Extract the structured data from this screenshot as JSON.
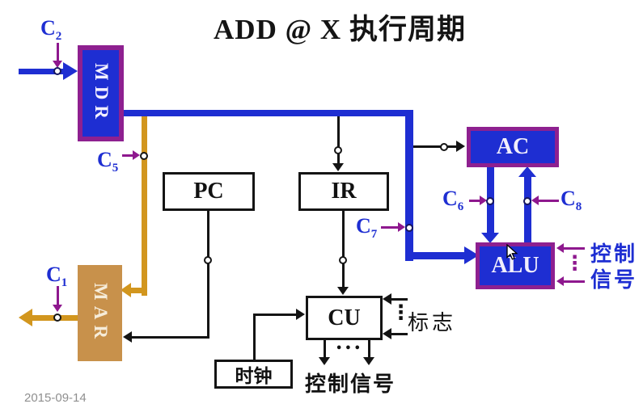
{
  "title": "ADD @ X  执行周期",
  "blocks": {
    "mdr": {
      "label": "MDR"
    },
    "mar": {
      "label": "MAR"
    },
    "pc": {
      "label": "PC"
    },
    "ir": {
      "label": "IR"
    },
    "ac": {
      "label": "AC"
    },
    "alu": {
      "label": "ALU"
    },
    "cu": {
      "label": "CU"
    },
    "clock": {
      "label": "时钟"
    }
  },
  "control_points": {
    "c1": {
      "base": "C",
      "sub": "1"
    },
    "c2": {
      "base": "C",
      "sub": "2"
    },
    "c5": {
      "base": "C",
      "sub": "5"
    },
    "c6": {
      "base": "C",
      "sub": "6"
    },
    "c7": {
      "base": "C",
      "sub": "7"
    },
    "c8": {
      "base": "C",
      "sub": "8"
    }
  },
  "annotations": {
    "flags": "标志",
    "flags_dots": "⋮",
    "cu_output": "控制信号",
    "cu_output_dots": "•••",
    "alu_control_line1": "控制",
    "alu_control_line2": "信号",
    "alu_control_dots": "⋮",
    "footer_date": "2015-09-14"
  },
  "colors": {
    "bus_blue": "#1e2ed2",
    "register_border_magenta": "#8e2090",
    "control_arrow_purple": "#8e188e",
    "address_gold": "#d2961e",
    "mar_fill": "#c8914b",
    "line_black": "#141414"
  }
}
